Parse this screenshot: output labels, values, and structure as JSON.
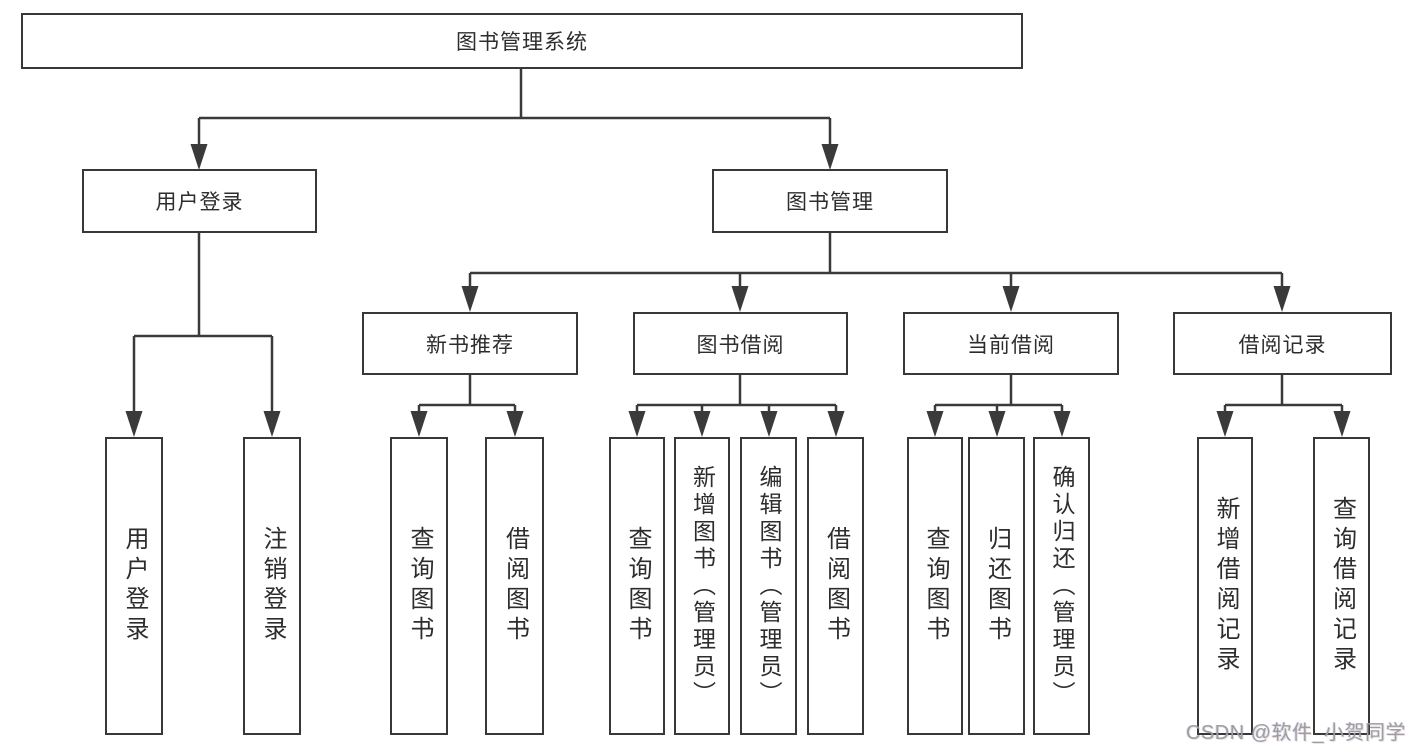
{
  "diagram": {
    "root_label": "图书管理系统",
    "level1": {
      "user_login": "用户登录",
      "book_management": "图书管理"
    },
    "level2": {
      "new_book_recommend": "新书推荐",
      "book_borrowing": "图书借阅",
      "current_borrowing": "当前借阅",
      "borrowing_records": "借阅记录"
    },
    "leaves": {
      "user_login": [
        "用户登录",
        "注销登录"
      ],
      "new_book_recommend": [
        "查询图书",
        "借阅图书"
      ],
      "book_borrowing": [
        "查询图书",
        "新增图书（管理员）",
        "编辑图书（管理员）",
        "借阅图书"
      ],
      "current_borrowing": [
        "查询图书",
        "归还图书",
        "确认归还（管理员）"
      ],
      "borrowing_records": [
        "新增借阅记录",
        "查询借阅记录"
      ]
    },
    "watermark": "CSDN @软件_小贺同学"
  }
}
